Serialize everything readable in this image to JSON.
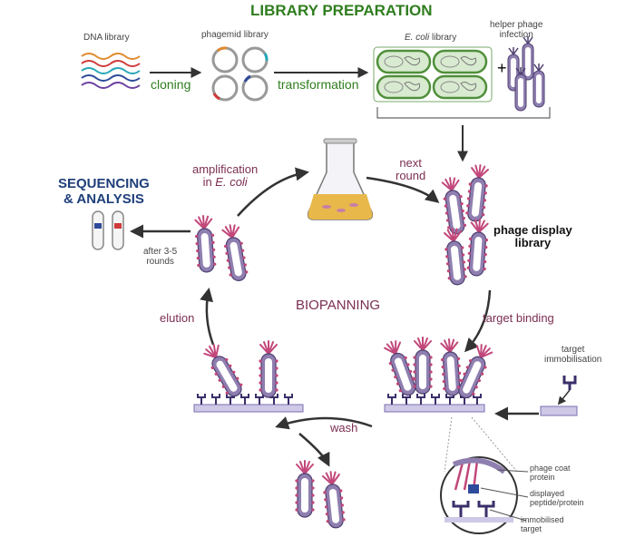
{
  "title": "LIBRARY PREPARATION",
  "labels": {
    "dna_library": "DNA library",
    "phagemid_library": "phagemid library",
    "ecoli_library_italic": "E. coli",
    "ecoli_library_rest": " library",
    "helper_phage": "helper phage\ninfection",
    "cloning": "cloning",
    "transformation": "transformation",
    "sequencing": "SEQUENCING\n& ANALYSIS",
    "amplification_line1": "amplification",
    "amplification_in": "in ",
    "amplification_italic": "E. coli",
    "next_round": "next\nround",
    "phage_display_library": "phage display\nlibrary",
    "after_rounds": "after 3-5\nrounds",
    "biopanning": "BIOPANNING",
    "elution": "elution",
    "target_binding": "target binding",
    "target_immobilisation": "target\nimmobilisation",
    "wash": "wash",
    "phage_coat_protein": "phage coat\nprotein",
    "displayed_peptide": "displayed\npeptide/protein",
    "immobilised_target": "immobilised\ntarget",
    "plus": "+"
  },
  "colors": {
    "title_green": "#2f7d1e",
    "plum": "#7b2f52",
    "navy": "#1f3f7a",
    "phage_fill": "#8f7fb0",
    "spike": "#c2477a",
    "ecoli_green": "#6aab4a",
    "flask_liquid": "#e8b84a"
  }
}
